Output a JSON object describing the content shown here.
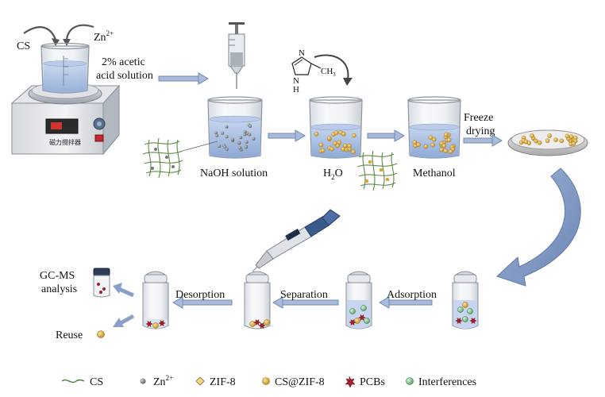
{
  "inputs": {
    "cs": "CS",
    "zn": "Zn",
    "zn_sup": "2+"
  },
  "stirrer_label": "磁力搅拌器",
  "step_labels": {
    "acetic_line1": "2% acetic",
    "acetic_line2": "acid solution",
    "naoh": "NaOH solution",
    "h2o_h": "H",
    "h2o_sub": "2",
    "h2o_o": "O",
    "methanol": "Methanol",
    "freeze_line1": "Freeze",
    "freeze_line2": "drying",
    "imidazole_n": "N",
    "imidazole_nh": "N",
    "imidazole_h": "H",
    "imidazole_ch": "CH",
    "imidazole_ch_sub": "3",
    "adsorption": "Adsorption",
    "separation": "Separation",
    "desorption": "Desorption",
    "gcms_line1": "GC-MS",
    "gcms_line2": "analysis",
    "reuse": "Reuse"
  },
  "legend": {
    "cs": "CS",
    "zn": "Zn",
    "zn_sup": "2+",
    "zif8": "ZIF-8",
    "cs_zif8": "CS@ZIF-8",
    "pcbs": "PCBs",
    "interferences": "Interferences"
  },
  "colors": {
    "arrow_blue": "#7f97bd",
    "liquid_blue": "#9fb6dc",
    "particle_gold": "#d7a542",
    "pcb_red": "#a3202b",
    "interference_green": "#7fbf8a",
    "zn_gray": "#7a7a7a",
    "cs_green": "#4f7a3b"
  }
}
